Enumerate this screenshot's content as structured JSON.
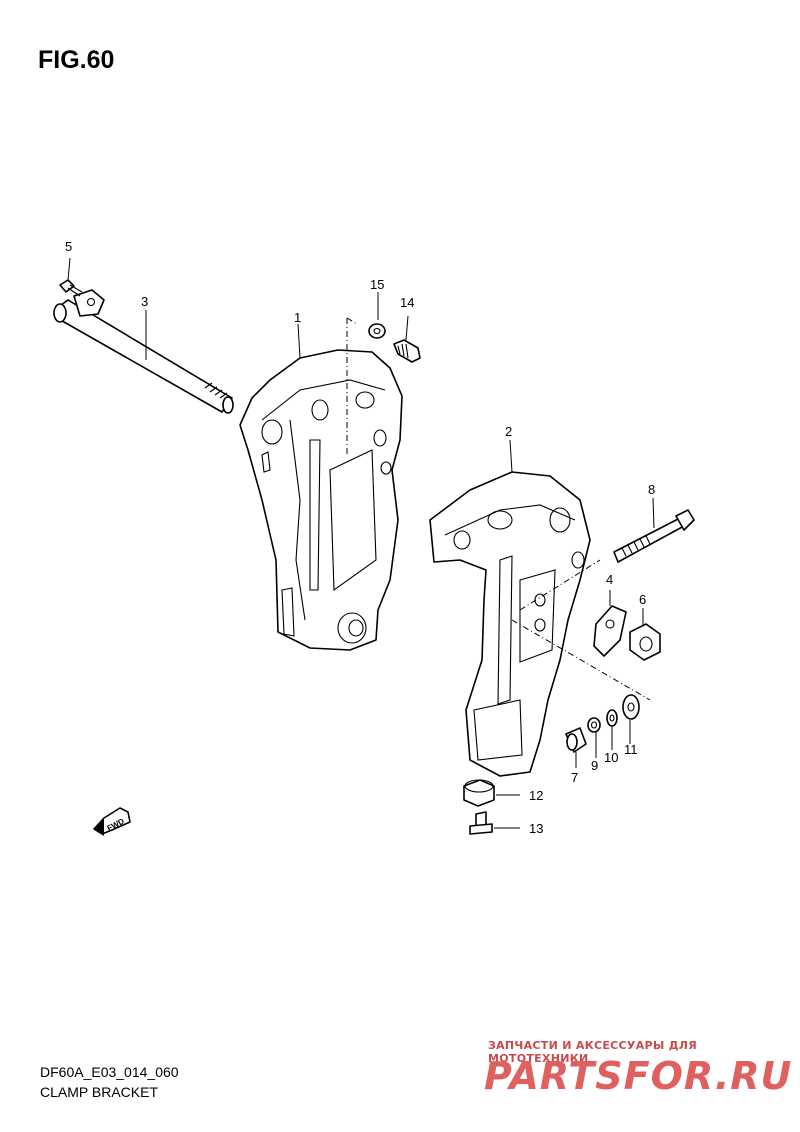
{
  "figure": {
    "title": "FIG.60",
    "code": "DF60A_E03_014_060",
    "name": "CLAMP BRACKET"
  },
  "callouts": [
    "1",
    "2",
    "3",
    "4",
    "5",
    "6",
    "7",
    "8",
    "9",
    "10",
    "11",
    "12",
    "13",
    "14",
    "15"
  ],
  "fwd_arrow_label": "FWD",
  "watermark": {
    "tagline": "ЗАПЧАСТИ И АКСЕССУАРЫ ДЛЯ МОТОТЕХНИКИ",
    "logo": "PARTSFOR.RU"
  }
}
